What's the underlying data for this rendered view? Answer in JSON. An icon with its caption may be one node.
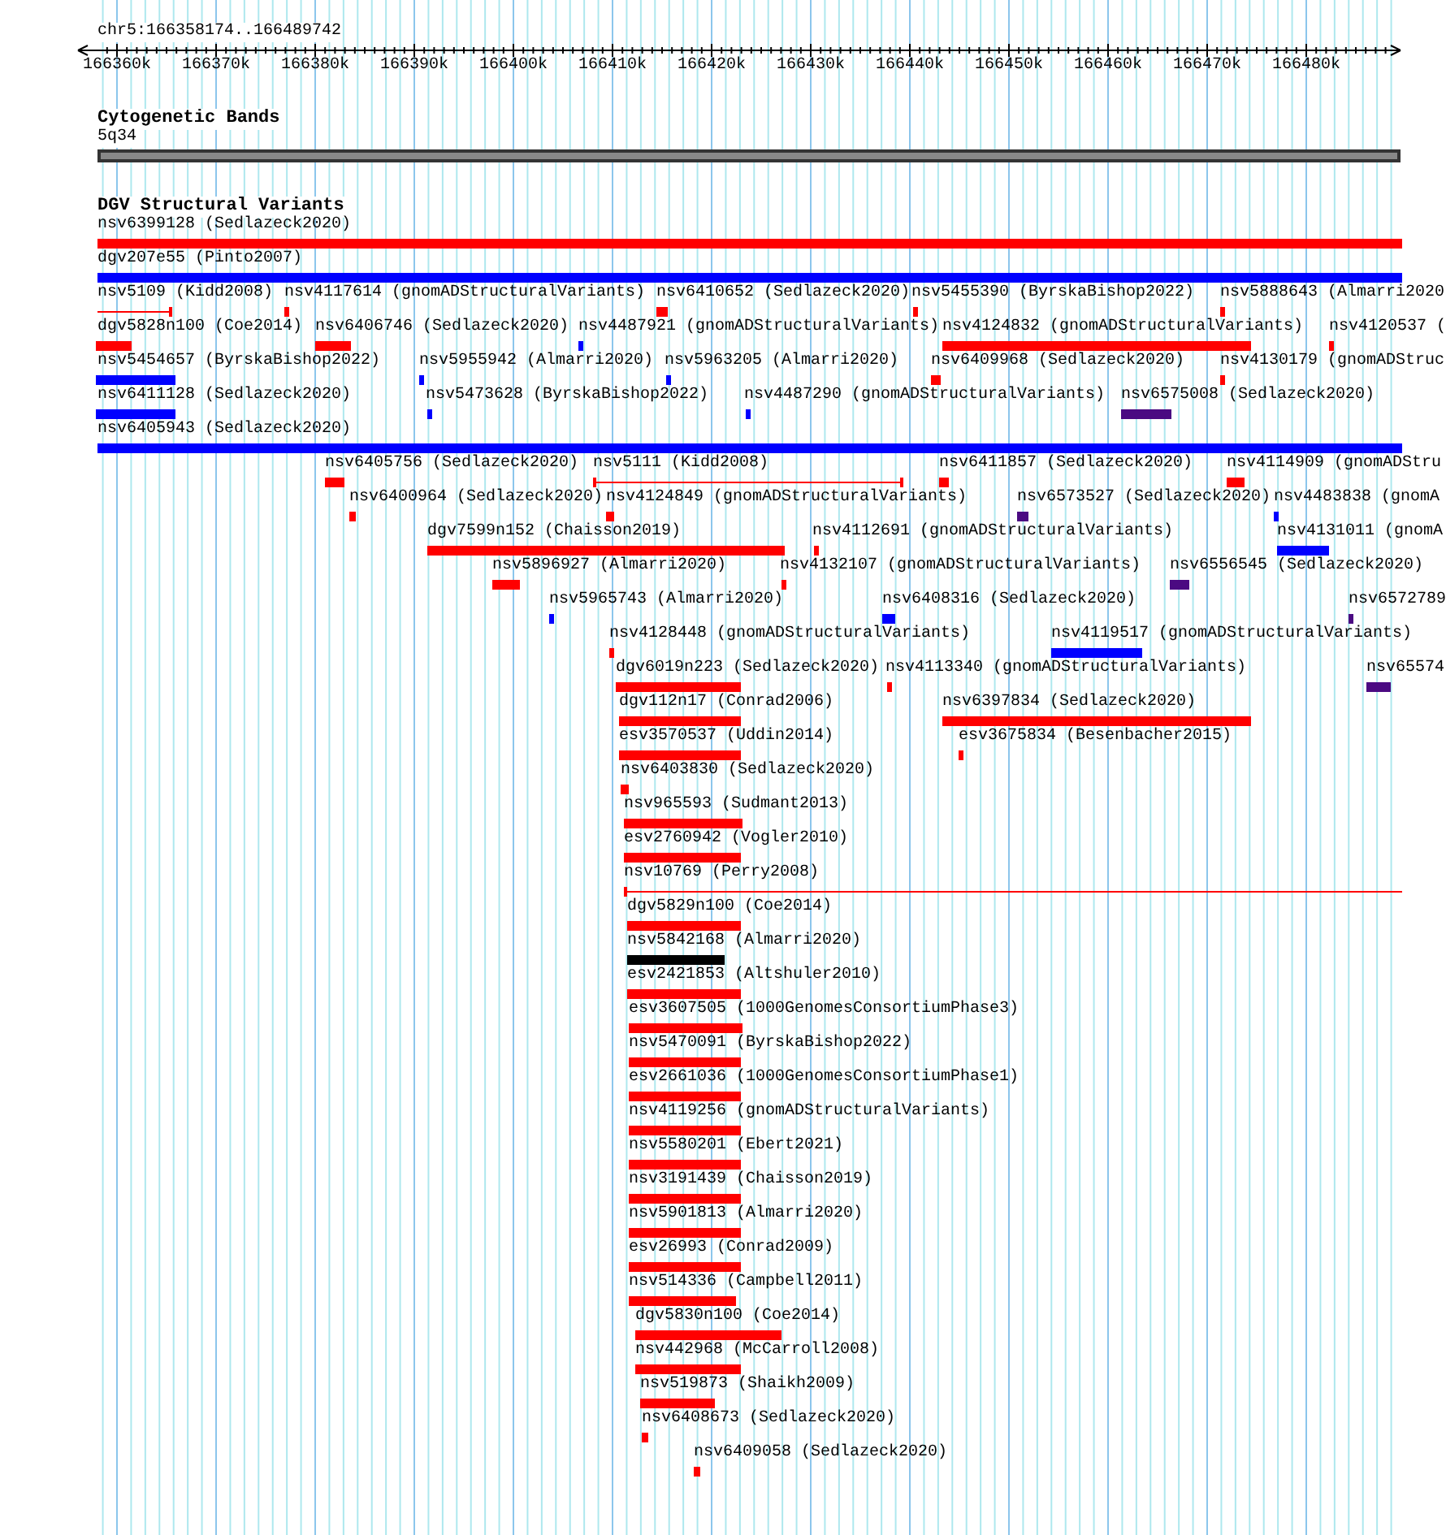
{
  "diagram": {
    "title": "chr5:166358174..166489742",
    "nodes": [
      {
        "text": [
          "5q34"
        ]
      },
      {
        "text": [
          "nsv6399128 (Sedlazeck2020)"
        ]
      },
      {
        "text": [
          "dgv207e55 (Pinto2007)"
        ]
      },
      {
        "text": [
          "nsv5109 (Kidd2008)"
        ]
      },
      {
        "text": [
          "nsv4117614 (gnomADStructuralVariants)"
        ]
      },
      {
        "text": [
          "nsv6410652 (Sedlazeck2020)"
        ]
      },
      {
        "text": [
          "nsv5455390 (ByrskaBishop2022)"
        ]
      },
      {
        "text": [
          "nsv5888643 (Almarri2020"
        ]
      },
      {
        "text": [
          "dgv5828n100 (Coe2014)"
        ]
      },
      {
        "text": [
          "nsv6406746 (Sedlazeck2020)"
        ]
      },
      {
        "text": [
          "nsv4487921 (gnomADStructuralVariants)"
        ]
      },
      {
        "text": [
          "nsv4124832 (gnomADStructuralVariants)"
        ]
      },
      {
        "text": [
          "nsv4120537 ("
        ]
      },
      {
        "text": [
          "nsv5454657 (ByrskaBishop2022)"
        ]
      },
      {
        "text": [
          "nsv5955942 (Almarri2020)"
        ]
      },
      {
        "text": [
          "nsv5963205 (Almarri2020)"
        ]
      },
      {
        "text": [
          "nsv6409968 (Sedlazeck2020)"
        ]
      },
      {
        "text": [
          "nsv4130179 (gnomADStruc"
        ]
      },
      {
        "text": [
          "nsv6411128 (Sedlazeck2020)"
        ]
      },
      {
        "text": [
          "nsv5473628 (ByrskaBishop2022)"
        ]
      },
      {
        "text": [
          "nsv4487290 (gnomADStructuralVariants)"
        ]
      },
      {
        "text": [
          "nsv6575008 (Sedlazeck2020)"
        ]
      },
      {
        "text": [
          "nsv6405943 (Sedlazeck2020)"
        ]
      },
      {
        "text": [
          "nsv6405756 (Sedlazeck2020)"
        ]
      },
      {
        "text": [
          "nsv5111 (Kidd2008)"
        ]
      },
      {
        "text": [
          "nsv6411857 (Sedlazeck2020)"
        ]
      },
      {
        "text": [
          "nsv4114909 (gnomADStru"
        ]
      },
      {
        "text": [
          "nsv6400964 (Sedlazeck2020)"
        ]
      },
      {
        "text": [
          "nsv4124849 (gnomADStructuralVariants)"
        ]
      },
      {
        "text": [
          "nsv6573527 (Sedlazeck2020)"
        ]
      },
      {
        "text": [
          "nsv4483838 (gnomA"
        ]
      },
      {
        "text": [
          "dgv7599n152 (Chaisson2019)"
        ]
      },
      {
        "text": [
          "nsv4112691 (gnomADStructuralVariants)"
        ]
      },
      {
        "text": [
          "nsv4131011 (gnomA"
        ]
      },
      {
        "text": [
          "nsv5896927 (Almarri2020)"
        ]
      },
      {
        "text": [
          "nsv4132107 (gnomADStructuralVariants)"
        ]
      },
      {
        "text": [
          "nsv6556545 (Sedlazeck2020)"
        ]
      },
      {
        "text": [
          "nsv5965743 (Almarri2020)"
        ]
      },
      {
        "text": [
          "nsv6408316 (Sedlazeck2020)"
        ]
      },
      {
        "text": [
          "nsv6572789"
        ]
      },
      {
        "text": [
          "nsv4128448 (gnomADStructuralVariants)"
        ]
      },
      {
        "text": [
          "nsv4119517 (gnomADStructuralVariants)"
        ]
      },
      {
        "text": [
          "dgv6019n223 (Sedlazeck2020)"
        ]
      },
      {
        "text": [
          "nsv4113340 (gnomADStructuralVariants)"
        ]
      },
      {
        "text": [
          "nsv65574"
        ]
      },
      {
        "text": [
          "dgv112n17 (Conrad2006)"
        ]
      },
      {
        "text": [
          "nsv6397834 (Sedlazeck2020)"
        ]
      },
      {
        "text": [
          "esv3570537 (Uddin2014)"
        ]
      },
      {
        "text": [
          "esv3675834 (Besenbacher2015)"
        ]
      },
      {
        "text": [
          "nsv6403830 (Sedlazeck2020)"
        ]
      },
      {
        "text": [
          "nsv965593 (Sudmant2013)"
        ]
      },
      {
        "text": [
          "esv2760942 (Vogler2010)"
        ]
      },
      {
        "text": [
          "nsv10769 (Perry2008)"
        ]
      },
      {
        "text": [
          "dgv5829n100 (Coe2014)"
        ]
      },
      {
        "text": [
          "nsv5842168 (Almarri2020)"
        ]
      },
      {
        "text": [
          "esv2421853 (Altshuler2010)"
        ]
      },
      {
        "text": [
          "esv3607505 (1000GenomesConsortiumPhase3)"
        ]
      },
      {
        "text": [
          "nsv5470091 (ByrskaBishop2022)"
        ]
      },
      {
        "text": [
          "esv2661036 (1000GenomesConsortiumPhase1)"
        ]
      },
      {
        "text": [
          "nsv4119256 (gnomADStructuralVariants)"
        ]
      },
      {
        "text": [
          "nsv5580201 (Ebert2021)"
        ]
      },
      {
        "text": [
          "nsv3191439 (Chaisson2019)"
        ]
      },
      {
        "text": [
          "nsv5901813 (Almarri2020)"
        ]
      },
      {
        "text": [
          "esv26993 (Conrad2009)"
        ]
      },
      {
        "text": [
          "nsv514336 (Campbell2011)"
        ]
      },
      {
        "text": [
          "dgv5830n100 (Coe2014)"
        ]
      },
      {
        "text": [
          "nsv442968 (McCarroll2008)"
        ]
      },
      {
        "text": [
          "nsv519873 (Shaikh2009)"
        ]
      },
      {
        "text": [
          "nsv6408673 (Sedlazeck2020)"
        ]
      },
      {
        "text": [
          "nsv6409058 (Sedlazeck2020)"
        ]
      }
    ],
    "labels": [
      "166360k",
      "166370k",
      "166380k",
      "166390k",
      "166400k",
      "166410k",
      "166420k",
      "166430k",
      "166440k",
      "166450k",
      "166460k",
      "166470k",
      "166480k",
      "Cytogenetic Bands",
      "DGV Structural Variants"
    ]
  }
}
